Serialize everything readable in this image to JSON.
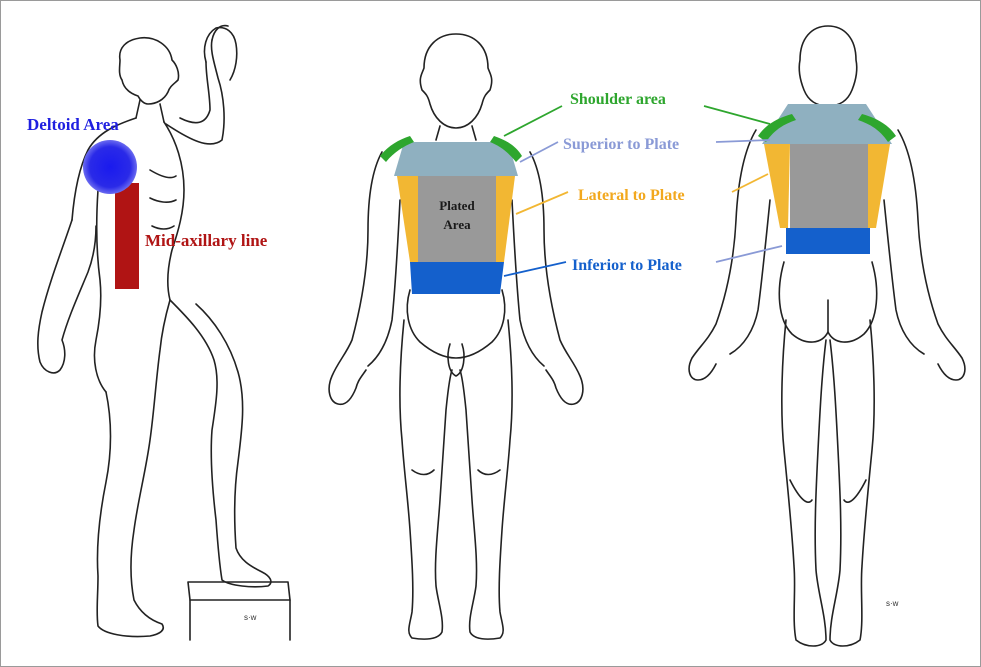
{
  "labels": {
    "deltoid": "Deltoid Area",
    "mid_axillary": "Mid-axillary line",
    "plated_line1": "Plated",
    "plated_line2": "Area",
    "shoulder": "Shoulder area",
    "superior": "Superior to Plate",
    "lateral": "Lateral to Plate",
    "inferior": "Inferior to Plate",
    "signature_left": "s·w",
    "signature_right": "s·w"
  },
  "colors": {
    "deltoid": "#1f1fe0",
    "mid_axillary": "#b01414",
    "shoulder": "#2ea62e",
    "superior": "#8fb0c0",
    "lateral": "#f2b733",
    "plated": "#999999",
    "inferior": "#1460cc",
    "superior_text": "#8a9ad6"
  }
}
